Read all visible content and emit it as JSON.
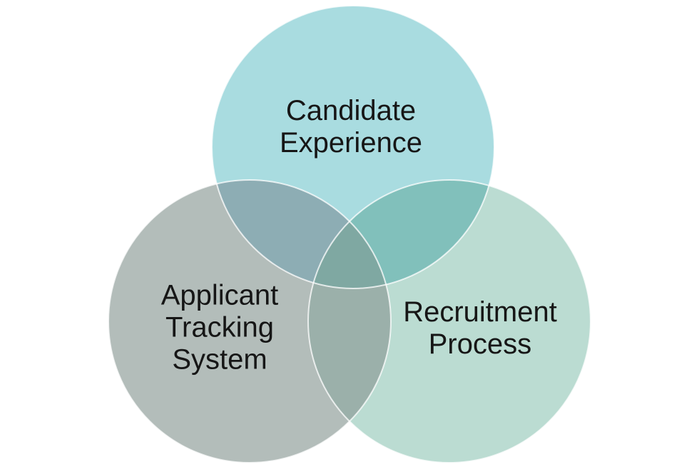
{
  "diagram": {
    "type": "venn-3-circle",
    "background_color": "#ffffff",
    "outline_color": "#ffffff",
    "text_color": "#161616",
    "circles": [
      {
        "id": "candidate-experience",
        "label": "Candidate\nExperience",
        "fill": "#a9dce0"
      },
      {
        "id": "applicant-tracking-system",
        "label": "Applicant\nTracking\nSystem",
        "fill": "#b3bdba"
      },
      {
        "id": "recruitment-process",
        "label": "Recruitment\nProcess",
        "fill": "#bbdcd2"
      }
    ],
    "overlaps": {
      "candidate_applicant": "#8dadb4",
      "candidate_recruitment": "#81c0bb",
      "applicant_recruitment": "#9bb0aa",
      "center": "#7fa8a2"
    }
  }
}
